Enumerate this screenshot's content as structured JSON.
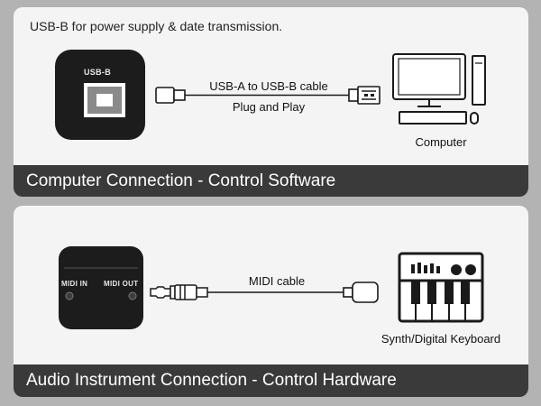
{
  "usb_panel": {
    "note": "USB-B for power supply & date transmission.",
    "port_label": "USB-B",
    "cable_label": "USB-A to USB-B cable",
    "cable_sublabel": "Plug and Play",
    "device_label": "Computer",
    "caption": "Computer Connection - Control Software"
  },
  "midi_panel": {
    "port_in_label": "MIDI IN",
    "port_out_label": "MIDI OUT",
    "cable_label": "MIDI cable",
    "device_label": "Synth/Digital Keyboard",
    "caption": "Audio Instrument Connection - Control Hardware"
  },
  "colors": {
    "background": "#b3b3b3",
    "panel": "#f4f4f4",
    "caption_bar": "#3a3a3a",
    "line_art": "#1a1a1a",
    "device_body": "#1c1c1c"
  }
}
